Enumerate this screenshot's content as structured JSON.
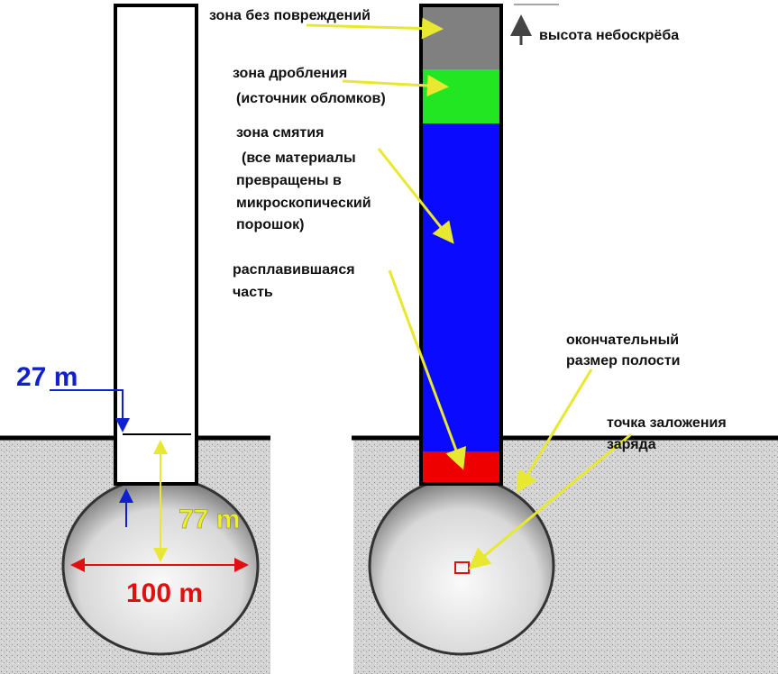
{
  "left": {
    "depth_label": "27 m",
    "height_label": "77 m",
    "width_label": "100 m"
  },
  "right": {
    "zones": [
      {
        "name": "intact",
        "color": "#808080"
      },
      {
        "name": "crushing",
        "color": "#22e622"
      },
      {
        "name": "compression",
        "color": "#0a0aff"
      },
      {
        "name": "melted",
        "color": "#ee0000"
      }
    ]
  },
  "labels": {
    "no_damage": "зона без повреждений",
    "height": "высота небоскрёба",
    "crushing_1": "зона дробления",
    "crushing_2": "(источник обломков)",
    "compress_1": "зона смятия",
    "compress_2": "(все материалы",
    "compress_3": "превращены в",
    "compress_4": "микроскопический",
    "compress_5": "порошок)",
    "melted_1": "расплавившаяся",
    "melted_2": "часть",
    "cavity_1": "окончательный",
    "cavity_2": "размер полости",
    "charge_1": "точка заложения",
    "charge_2": "заряда"
  }
}
